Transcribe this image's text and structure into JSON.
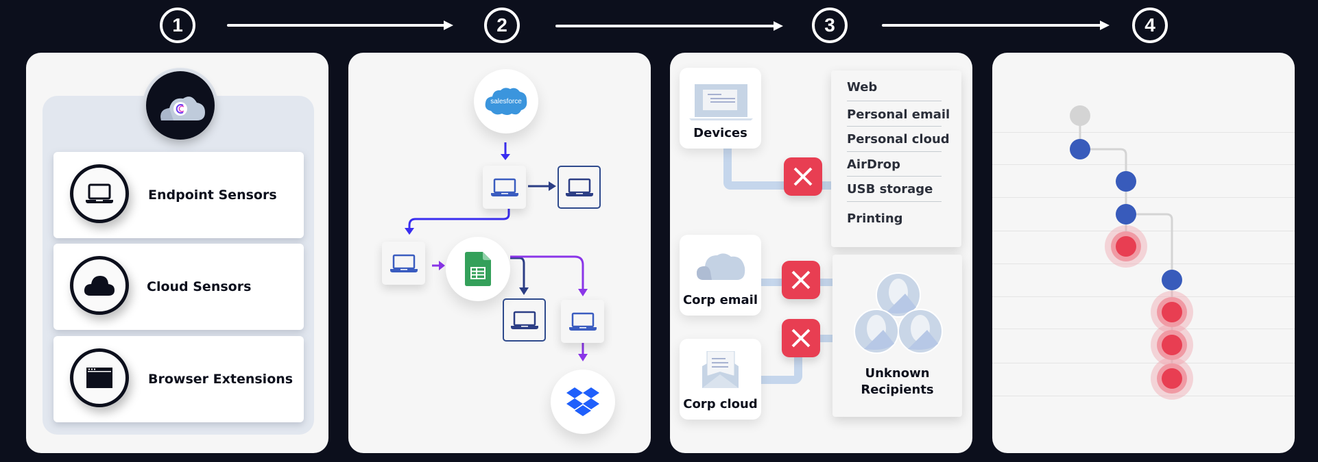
{
  "steps": [
    {
      "number": "1"
    },
    {
      "number": "2"
    },
    {
      "number": "3"
    },
    {
      "number": "4"
    }
  ],
  "panel1": {
    "hub_icon": "cyberhaven-cloud-logo",
    "sensors": [
      {
        "label": "Endpoint Sensors",
        "icon": "laptop-icon"
      },
      {
        "label": "Cloud Sensors",
        "icon": "cloud-icon"
      },
      {
        "label": "Browser Extensions",
        "icon": "browser-window-icon"
      }
    ]
  },
  "panel2": {
    "source": {
      "label": "salesforce",
      "icon": "salesforce-logo"
    },
    "intermediate": {
      "icon": "google-sheets-icon"
    },
    "destination": {
      "icon": "dropbox-icon"
    },
    "colors": {
      "blue_flow": "#3a2ef0",
      "navy_flow": "#2c3e85",
      "purple_flow": "#8a35e8",
      "laptop": "#3a5cc0"
    }
  },
  "panel3": {
    "sources": [
      {
        "label": "Devices",
        "icon": "laptop-document-icon"
      },
      {
        "label": "Corp email",
        "icon": "cloud-icon"
      },
      {
        "label": "Corp cloud",
        "icon": "envelope-letter-icon"
      }
    ],
    "destinations": [
      "Web",
      "Personal email",
      "Personal cloud",
      "AirDrop",
      "USB storage",
      "Printing"
    ],
    "recipients_label_line1": "Unknown",
    "recipients_label_line2": "Recipients",
    "block_color": "#e83e52"
  },
  "panel4": {
    "timeline": [
      {
        "status": "neutral",
        "branch": 0
      },
      {
        "status": "safe",
        "branch": 0
      },
      {
        "status": "safe",
        "branch": 1
      },
      {
        "status": "safe",
        "branch": 1
      },
      {
        "status": "risk",
        "branch": 1
      },
      {
        "status": "safe",
        "branch": 2
      },
      {
        "status": "risk",
        "branch": 2
      },
      {
        "status": "risk",
        "branch": 2
      },
      {
        "status": "risk",
        "branch": 2
      }
    ],
    "colors": {
      "neutral": "#d4d4d4",
      "safe": "#385bbb",
      "risk": "#e83e52"
    }
  }
}
